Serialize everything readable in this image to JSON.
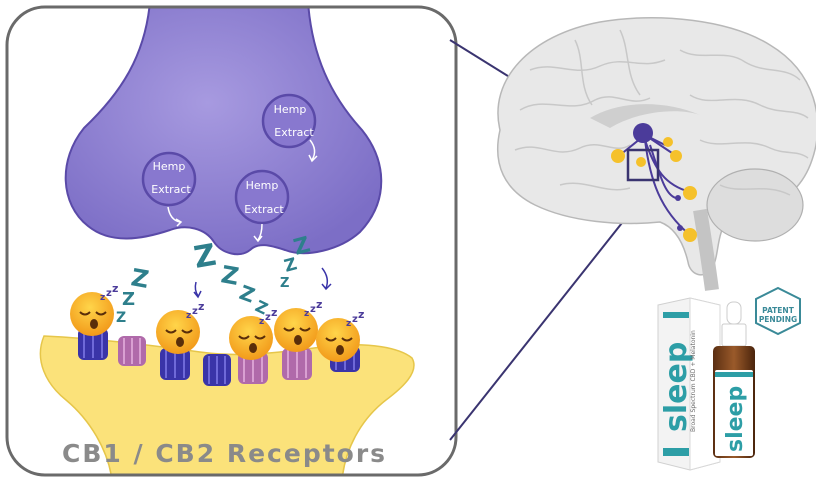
{
  "vesicles": [
    {
      "line1": "Hemp",
      "line2": "Extract"
    },
    {
      "line1": "Hemp",
      "line2": "Extract"
    },
    {
      "line1": "Hemp",
      "line2": "Extract"
    }
  ],
  "caption": "CB1 / CB2 Receptors",
  "product": {
    "box_label": "sleep",
    "box_sublabel": "Broad Spectrum CBD + Melatonin",
    "bottle_label": "sleep",
    "badge_line1": "PATENT",
    "badge_line2": "PENDING"
  },
  "colors": {
    "presynaptic": "#8c7fcf",
    "vesicle": "#8878cf",
    "postsynaptic": "#fbe27a",
    "receptor_blue": "#3a34a8",
    "receptor_pink": "#b06aaa",
    "zzz": "#2e7f8c",
    "frame": "#6a6a6a",
    "node_yellow": "#f5c12b",
    "node_purple": "#4b3b9a"
  },
  "icons": [
    "sleeping-face-emoji",
    "arrow-icon",
    "brain-illustration",
    "patent-badge-icon"
  ]
}
